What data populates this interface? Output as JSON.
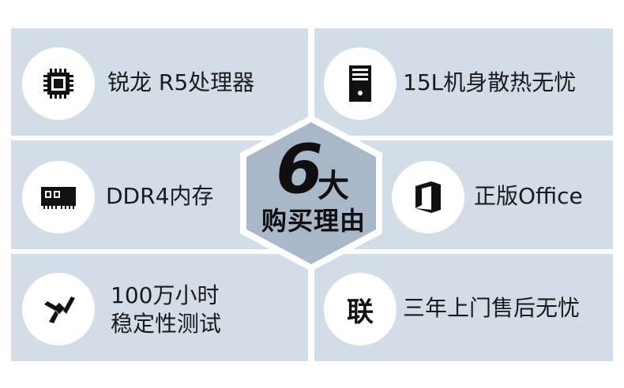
{
  "colors": {
    "cell_bg": "#d3dde8",
    "hex_fill": "#a9b8c9",
    "hex_border": "#ffffff",
    "text": "#1a1a1a"
  },
  "center": {
    "number": "6",
    "big_char": "大",
    "subtitle": "购买理由"
  },
  "features": [
    {
      "icon": "cpu-chip-icon",
      "label": "锐龙 R5处理器"
    },
    {
      "icon": "pc-tower-icon",
      "label": "15L机身散热无忧"
    },
    {
      "icon": "memory-module-icon",
      "label": "DDR4内存"
    },
    {
      "icon": "office-logo-icon",
      "label": "正版Office"
    },
    {
      "icon": "stability-test-icon",
      "line1": "100万小时",
      "line2": "稳定性测试"
    },
    {
      "icon": "lenovo-lian-icon",
      "icon_text": "联",
      "label": "三年上门售后无忧"
    }
  ]
}
